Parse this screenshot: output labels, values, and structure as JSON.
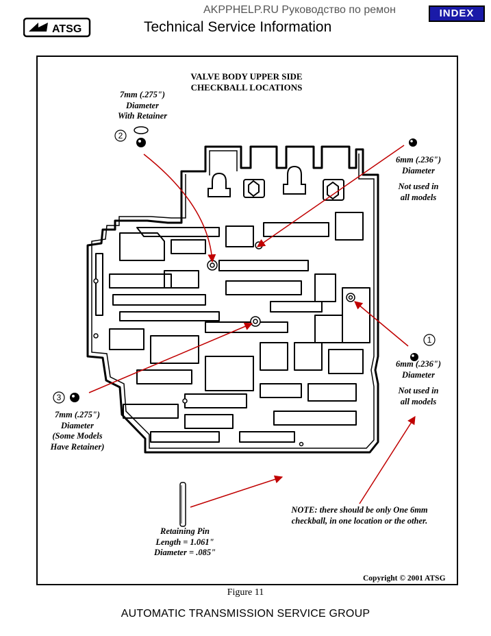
{
  "header": {
    "watermark": "AKPPHELP.RU Руководство по ремон",
    "index_button": "INDEX",
    "logo_text": "ATSG",
    "doc_title": "Technical Service Information"
  },
  "figure": {
    "title_line1": "VALVE BODY UPPER SIDE",
    "title_line2": "CHECKBALL LOCATIONS",
    "callout2": {
      "number": "2",
      "line1": "7mm (.275\")",
      "line2": "Diameter",
      "line3": "With Retainer"
    },
    "callout_top_right": {
      "line1": "6mm (.236\")",
      "line2": "Diameter",
      "line3": "Not used in",
      "line4": "all models"
    },
    "callout1": {
      "number": "1",
      "line1": "6mm (.236\")",
      "line2": "Diameter",
      "line3": "Not used in",
      "line4": "all models"
    },
    "callout3": {
      "number": "3",
      "line1": "7mm (.275\")",
      "line2": "Diameter",
      "line3": "(Some Models",
      "line4": "Have Retainer)"
    },
    "note_line1": "NOTE: there should be only One 6mm",
    "note_line2": "checkball, in one location or the other.",
    "pin": {
      "line1": "Retaining Pin",
      "line2": "Length = 1.061\"",
      "line3": "Diameter = .085\""
    },
    "copyright": "Copyright © 2001 ATSG",
    "caption": "Figure 11"
  },
  "footer": {
    "text": "AUTOMATIC TRANSMISSION SERVICE GROUP"
  },
  "colors": {
    "index_bg": "#1a1aa8",
    "arrow": "#c00000",
    "ink": "#000000"
  }
}
